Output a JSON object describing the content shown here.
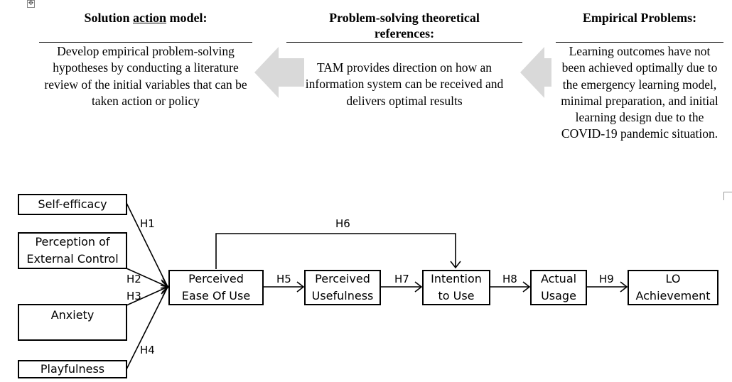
{
  "header": {
    "solution_title_pre": "Solution ",
    "solution_title_link": "action",
    "solution_title_post": " model:",
    "theory_title": "Problem-solving theoretical references:",
    "empirical_title": "Empirical Problems:"
  },
  "columns": {
    "solution_text": "Develop empirical problem-solving hypotheses by conducting a literature review of the initial variables that can be taken action or policy",
    "theory_text": "TAM provides direction on how an information system can be received and delivers optimal results",
    "empirical_text": "Learning outcomes have not been achieved optimally due to the emergency learning model, minimal preparation, and initial learning design due to the COVID-19 pandemic situation."
  },
  "diagram": {
    "boxes": {
      "self_efficacy": "Self-efficacy",
      "external_control": "Perception of External Control",
      "anxiety": "Anxiety",
      "playfulness": "Playfulness",
      "peou": "Perceived Ease Of Use",
      "pu": "Perceived Usefulness",
      "itu": "Intention to Use",
      "actual": "Actual Usage",
      "lo": "LO Achievement"
    },
    "hypotheses": {
      "h1": "H1",
      "h2": "H2",
      "h3": "H3",
      "h4": "H4",
      "h5": "H5",
      "h6": "H6",
      "h7": "H7",
      "h8": "H8",
      "h9": "H9"
    }
  },
  "colors": {
    "arrow_fill": "#d9d9d9",
    "line": "#000000"
  },
  "icons": {
    "move_handle": "move-handle-icon"
  }
}
